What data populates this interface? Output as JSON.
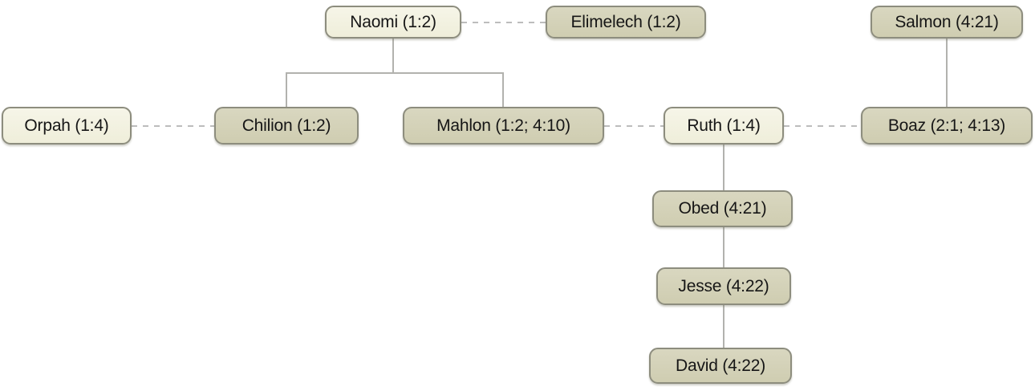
{
  "diagram": {
    "type": "family-tree",
    "subject": "Ruth genealogy",
    "nodes": [
      {
        "id": "naomi",
        "label": "Naomi (1:2)",
        "style": "light"
      },
      {
        "id": "elimelech",
        "label": "Elimelech (1:2)",
        "style": "dark"
      },
      {
        "id": "salmon",
        "label": "Salmon (4:21)",
        "style": "dark"
      },
      {
        "id": "orpah",
        "label": "Orpah (1:4)",
        "style": "light"
      },
      {
        "id": "chilion",
        "label": "Chilion (1:2)",
        "style": "dark"
      },
      {
        "id": "mahlon",
        "label": "Mahlon (1:2; 4:10)",
        "style": "dark"
      },
      {
        "id": "ruth",
        "label": "Ruth (1:4)",
        "style": "light"
      },
      {
        "id": "boaz",
        "label": "Boaz (2:1; 4:13)",
        "style": "dark"
      },
      {
        "id": "obed",
        "label": "Obed (4:21)",
        "style": "dark"
      },
      {
        "id": "jesse",
        "label": "Jesse (4:22)",
        "style": "dark"
      },
      {
        "id": "david",
        "label": "David (4:22)",
        "style": "dark"
      }
    ],
    "relationships": {
      "marriages_dashed": [
        [
          "Naomi (1:2)",
          "Elimelech (1:2)"
        ],
        [
          "Orpah (1:4)",
          "Chilion (1:2)"
        ],
        [
          "Mahlon (1:2; 4:10)",
          "Ruth (1:4)"
        ],
        [
          "Ruth (1:4)",
          "Boaz (2:1; 4:13)"
        ]
      ],
      "descent_solid": [
        [
          "Naomi (1:2)",
          "Chilion (1:2)"
        ],
        [
          "Naomi (1:2)",
          "Mahlon (1:2; 4:10)"
        ],
        [
          "Salmon (4:21)",
          "Boaz (2:1; 4:13)"
        ],
        [
          "Ruth (1:4)",
          "Obed (4:21)"
        ],
        [
          "Obed (4:21)",
          "Jesse (4:22)"
        ],
        [
          "Jesse (4:22)",
          "David (4:22)"
        ]
      ]
    },
    "colors": {
      "female_node_fill": "#f2f1e1",
      "male_node_fill": "#d3d1b6",
      "node_border": "#8d8d7e",
      "solid_line": "#b2b2ae",
      "dashed_line": "#bdbdbd",
      "text": "#161616",
      "background": "#ffffff"
    }
  }
}
